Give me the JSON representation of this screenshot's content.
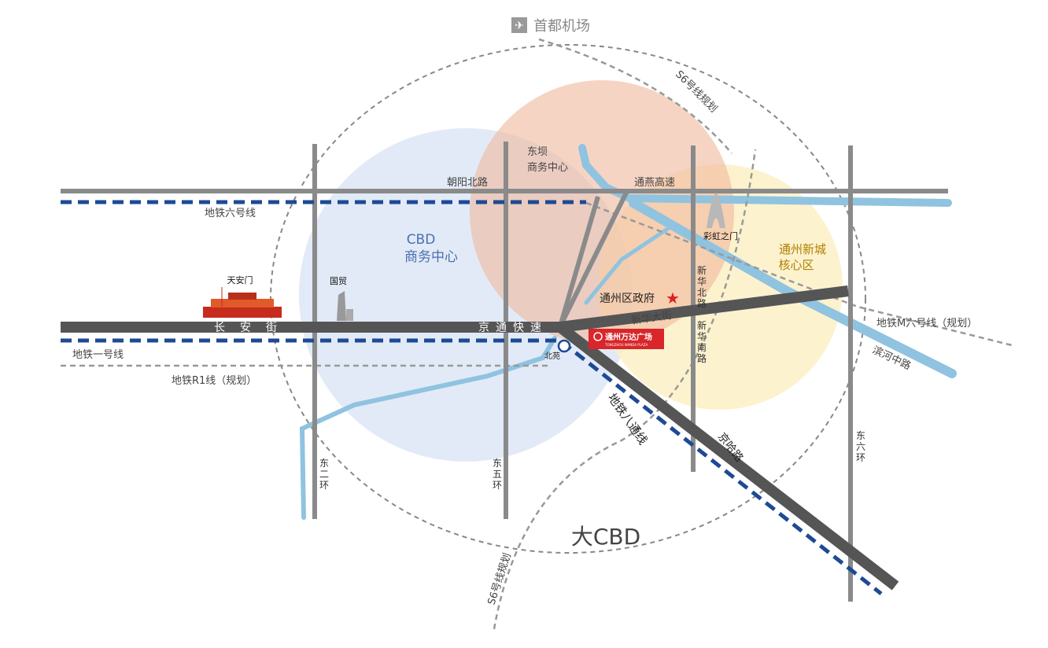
{
  "airport": {
    "label": "首都机场",
    "icon": "airplane-icon"
  },
  "zones": {
    "cbd": {
      "line1": "CBD",
      "line2": "商务中心",
      "color": "#dfe8f6"
    },
    "dongba": {
      "line1": "东坝",
      "line2": "商务中心",
      "color": "#f3c9b6"
    },
    "tongzhou_new": {
      "line1": "通州新城",
      "line2": "核心区",
      "color": "#fbf1c8"
    },
    "big_cbd": "大CBD"
  },
  "roads": {
    "chaoyang_north": "朝阳北路",
    "tongyan": "通燕高速",
    "changan": [
      "长",
      "安",
      "街"
    ],
    "jingtong": [
      "京",
      "通",
      "快",
      "速"
    ],
    "xinhua_street": "新华大街",
    "xinhua_north": [
      "新",
      "华",
      "北",
      "路"
    ],
    "xinhua_south": [
      "新",
      "华",
      "南",
      "路"
    ],
    "east2": [
      "东",
      "二",
      "环"
    ],
    "east5": [
      "东",
      "五",
      "环"
    ],
    "east6": [
      "东",
      "六",
      "环"
    ],
    "jingha": "京哈路",
    "binhe": "滨河中路"
  },
  "rail": {
    "line6": "地铁六号线",
    "line1": "地铁一号线",
    "r1": "地铁R1线（规划）",
    "m6": "地铁M六号线（规划）",
    "s6_top": "S6号线规划",
    "s6_bottom": "S6号线规划",
    "batong": "地铁八通线",
    "beiyuan": "北苑"
  },
  "landmarks": {
    "tiananmen": "天安门",
    "guomao": "国贸",
    "rainbow_gate": "彩虹之门",
    "gov": "通州区政府",
    "wanda": "通州万达广场",
    "wanda_en": "TONGZHOU WANDA PLAZA"
  },
  "colors": {
    "road_dark": "#555556",
    "road_gray": "#8a8a8a",
    "subway": "#1d4a94",
    "river": "#8fc3e0",
    "wanda_red": "#d8262b",
    "star": "#e02020"
  }
}
